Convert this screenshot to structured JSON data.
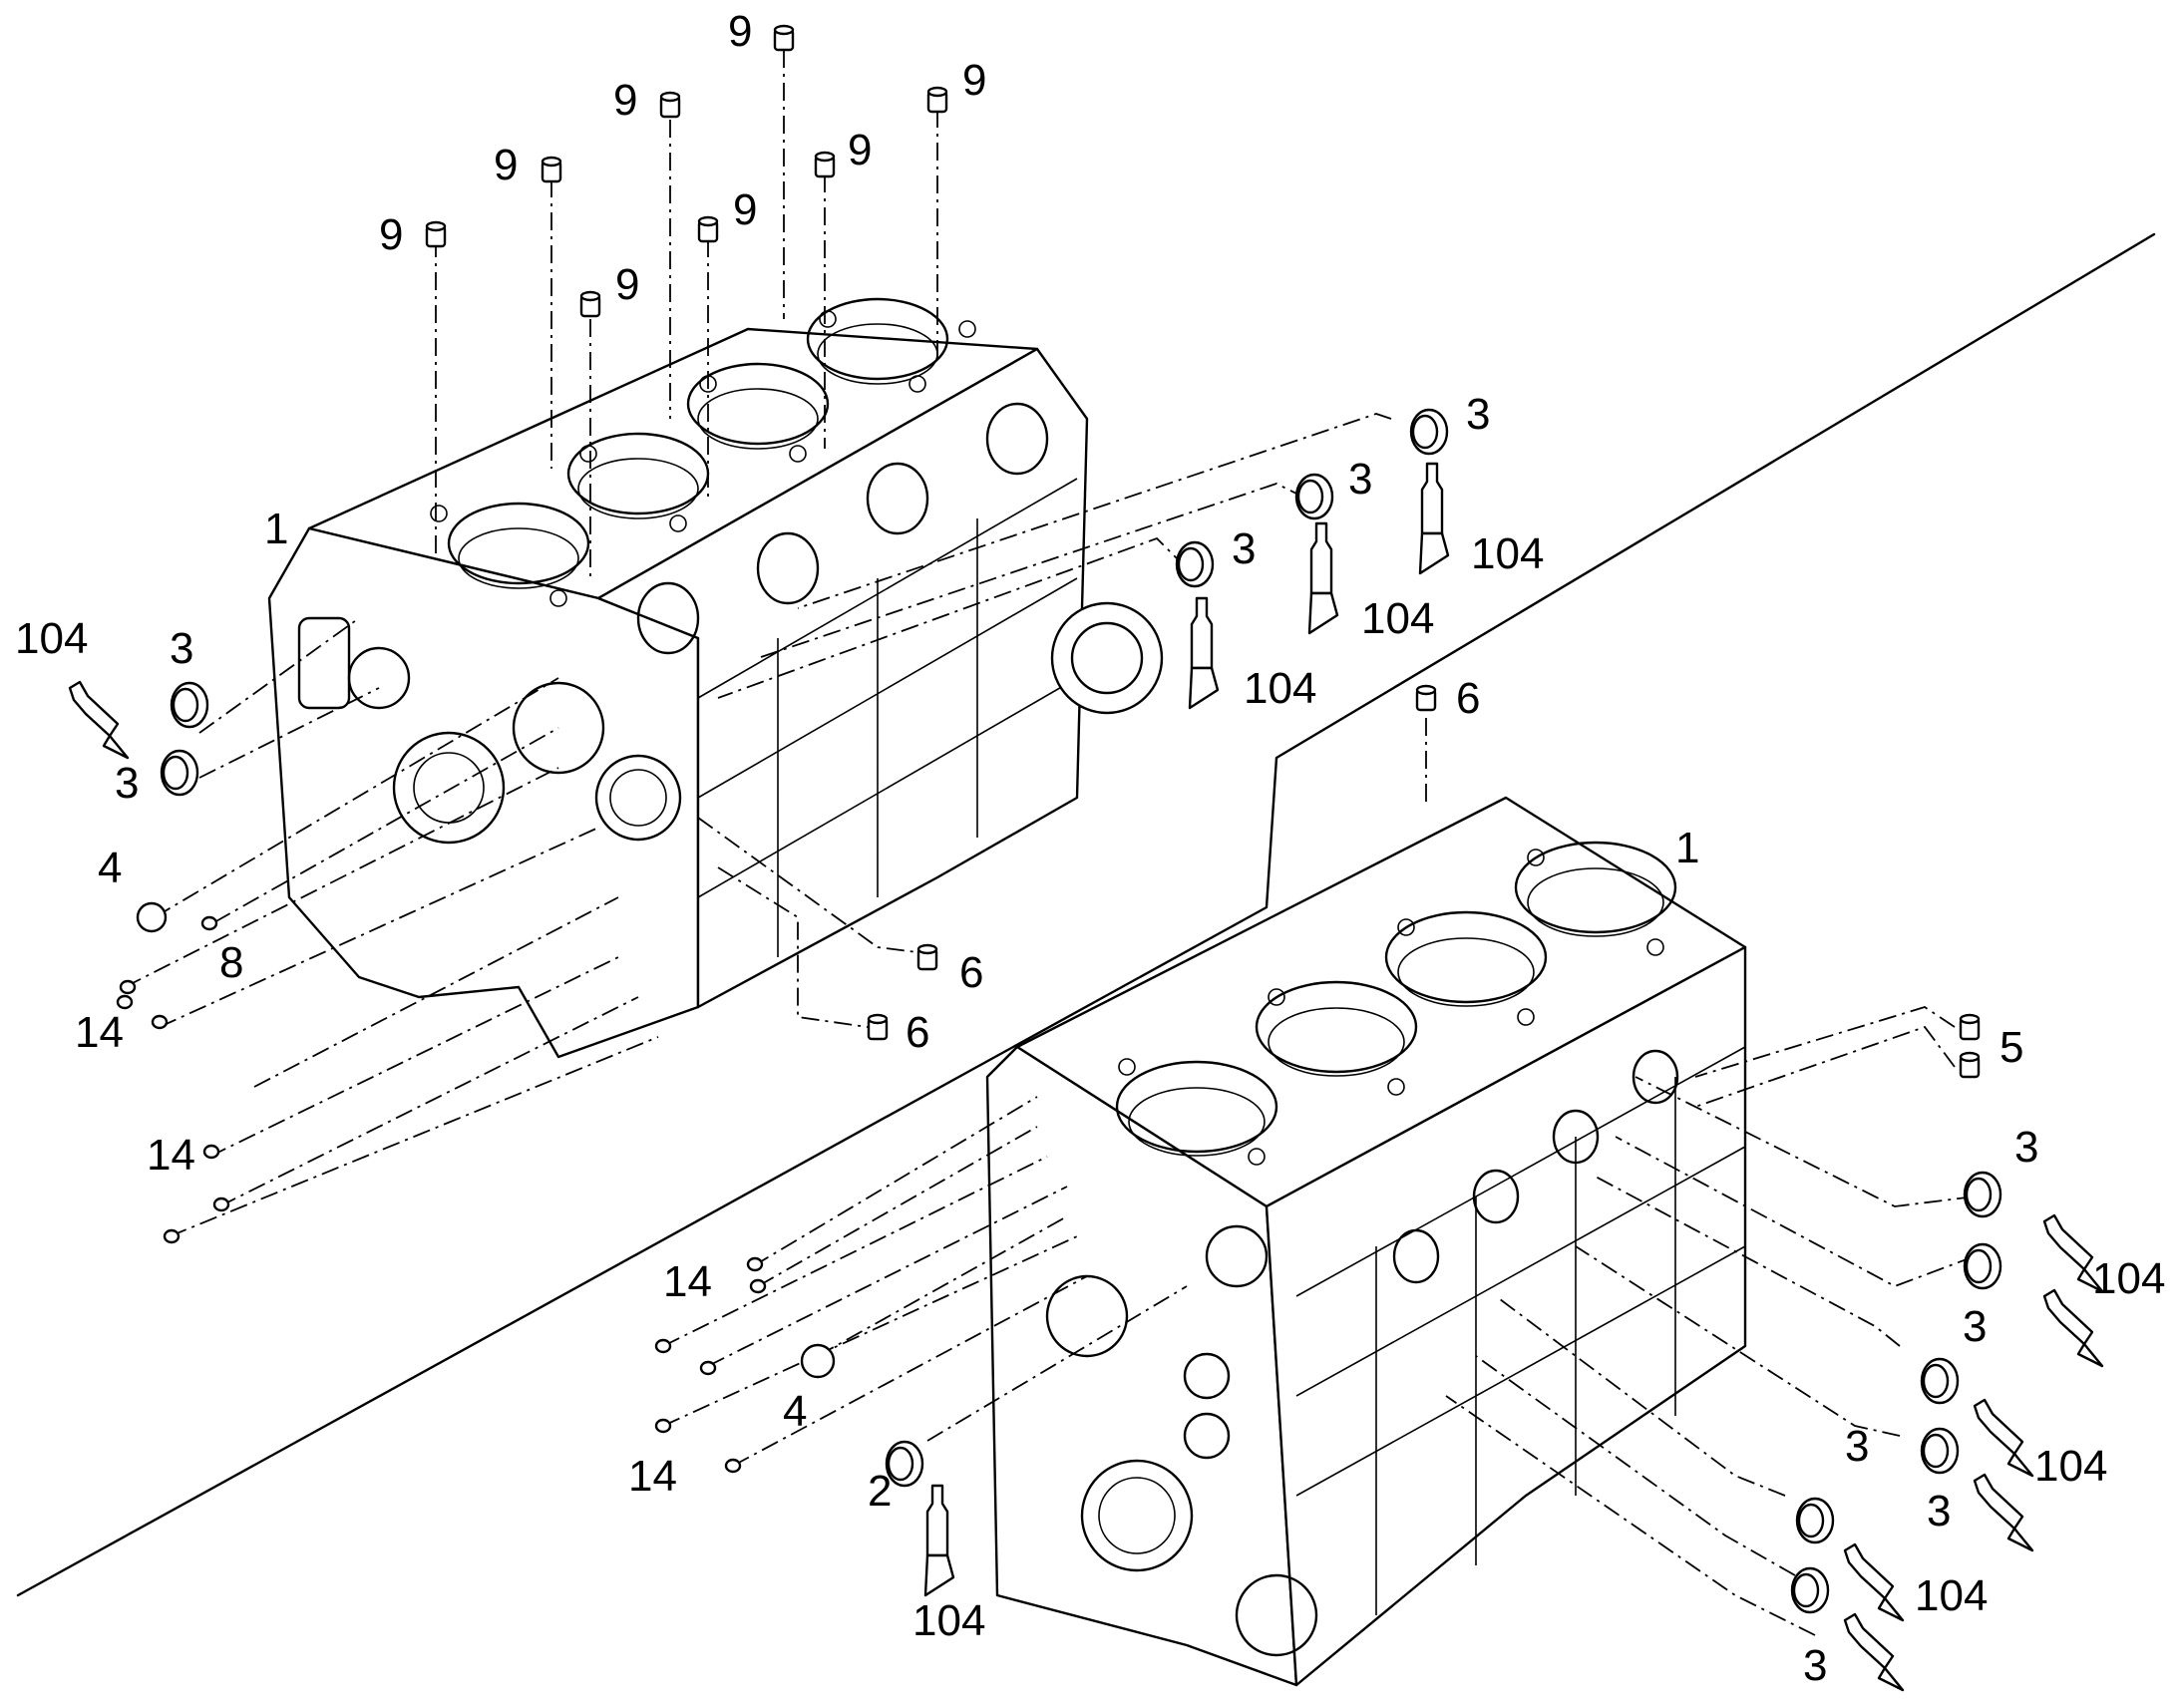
{
  "labels": {
    "l_9a": "9",
    "l_9b": "9",
    "l_9c": "9",
    "l_9d": "9",
    "l_9e": "9",
    "l_9f": "9",
    "l_9g": "9",
    "l_9h": "9",
    "l_1a": "1",
    "l_1b": "1",
    "l_104a": "104",
    "l_104b": "104",
    "l_104c": "104",
    "l_104d": "104",
    "l_104e": "104",
    "l_104f": "104",
    "l_104g": "104",
    "l_104h": "104",
    "l_3a": "3",
    "l_3b": "3",
    "l_3c": "3",
    "l_3d": "3",
    "l_3e": "3",
    "l_3f": "3",
    "l_3g": "3",
    "l_3h": "3",
    "l_3i": "3",
    "l_3j": "3",
    "l_4a": "4",
    "l_4b": "4",
    "l_8": "8",
    "l_14a": "14",
    "l_14b": "14",
    "l_14c": "14",
    "l_14d": "14",
    "l_6a": "6",
    "l_6b": "6",
    "l_6c": "6",
    "l_5": "5",
    "l_2": "2"
  },
  "icons": {
    "cylinder_block": "engine-block-drawing",
    "core_plug": "ring-seal-icon",
    "sealant_tube": "sealant-tube-icon",
    "dowel": "dowel-sleeve-icon",
    "plug": "threaded-plug-icon"
  }
}
